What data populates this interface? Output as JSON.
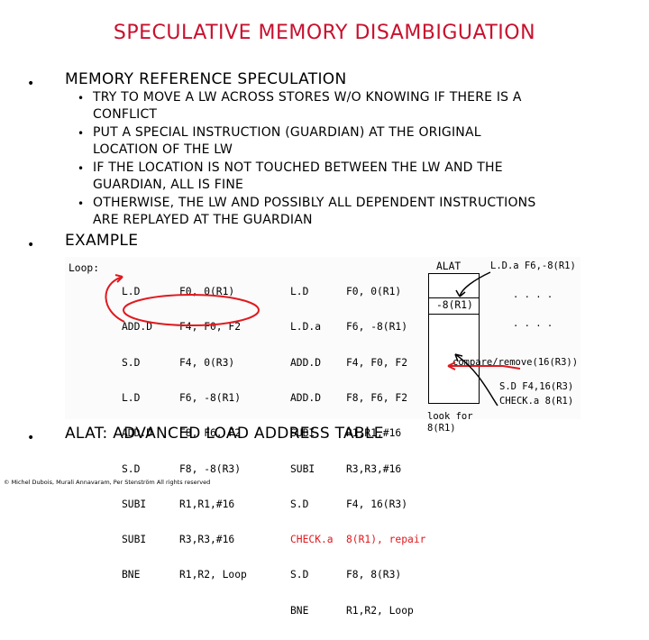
{
  "title": "SPECULATIVE MEMORY DISAMBIGUATION",
  "bullets": {
    "b1": "MEMORY REFERENCE SPECULATION",
    "b1_sub": [
      [
        "TRY TO MOVE A LW ACROSS STORES W/O KNOWING IF THERE IS A",
        "CONFLICT"
      ],
      [
        "PUT A SPECIAL INSTRUCTION (GUARDIAN) AT THE ORIGINAL",
        "LOCATION OF THE LW"
      ],
      [
        "IF THE LOCATION IS NOT TOUCHED BETWEEN THE LW AND THE",
        "GUARDIAN, ALL IS FINE"
      ],
      [
        "OTHERWISE, THE LW AND POSSIBLY ALL DEPENDENT INSTRUCTIONS",
        "ARE REPLAYED AT THE GUARDIAN"
      ]
    ],
    "b2": "EXAMPLE",
    "b3": "ALAT: ADVANCED LOAD ADDRESS TABLE"
  },
  "example": {
    "loop_label": "Loop:",
    "orig_ops": [
      "L.D",
      "ADD.D",
      "S.D",
      "L.D",
      "ADD.D",
      "S.D",
      "SUBI",
      "SUBI",
      "BNE"
    ],
    "orig_args": [
      "F0, 0(R1)",
      "F4, F0, F2",
      "F4, 0(R3)",
      "F6, -8(R1)",
      "F8, F6, F2",
      "F8, -8(R3)",
      "R1,R1,#16",
      "R3,R3,#16",
      "R1,R2, Loop"
    ],
    "new_ops": [
      "L.D",
      "L.D.a",
      "ADD.D",
      "ADD.D",
      "SUBI",
      "SUBI",
      "S.D",
      "CHECK.a",
      "S.D",
      "BNE"
    ],
    "new_args": [
      "F0, 0(R1)",
      "F6, -8(R1)",
      "F4, F0, F2",
      "F8, F6, F2",
      "R1,R1,#16",
      "R3,R3,#16",
      "F4, 16(R3)",
      "8(R1), repair",
      "F8, 8(R3)",
      "R1,R2, Loop"
    ],
    "alat_label": "ALAT",
    "alat_entry": "-8(R1)",
    "lda_annotation": "L.D.a F6,-8(R1)",
    "dots": ". . . .",
    "compare": "compare/remove(16(R3))",
    "sd_note": "S.D F4,16(R3)",
    "check_note": "CHECK.a 8(R1)",
    "look_for": "look for",
    "look_for2": "8(R1)"
  },
  "footer": "© Michel Dubois, Murali Annavaram, Per Stenström All rights reserved",
  "colors": {
    "title": "#c8102e",
    "highlight": "#e0191e"
  }
}
